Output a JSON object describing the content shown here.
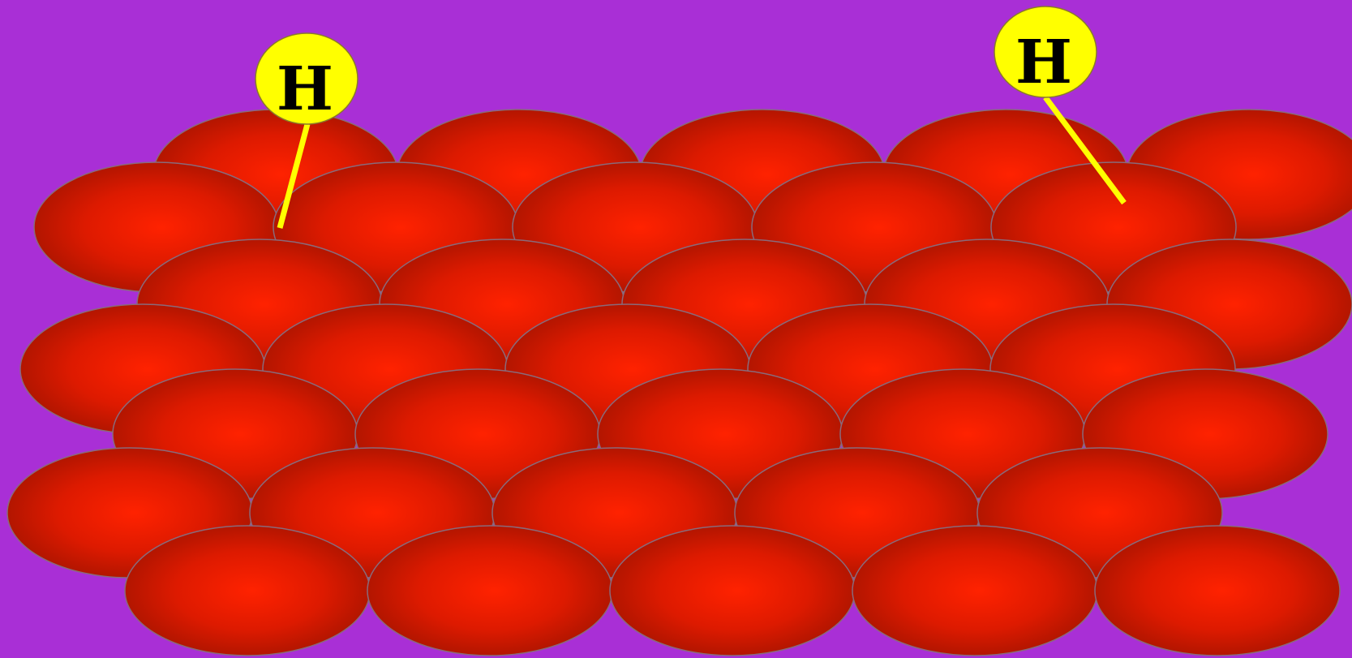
{
  "background_color": "#a92fd6",
  "particle_color_center": "#ff2200",
  "particle_color_edge": "#a81400",
  "particle_outline_color": "#8a6a7a",
  "adatom_color": "#ffff00",
  "adatom_label": "H",
  "rows": [
    {
      "count": 5
    },
    {
      "count": 5
    },
    {
      "count": 5
    },
    {
      "count": 5
    },
    {
      "count": 5
    },
    {
      "count": 5
    },
    {
      "count": 5
    }
  ],
  "adatoms": [
    {
      "label": "H"
    },
    {
      "label": "H"
    }
  ]
}
